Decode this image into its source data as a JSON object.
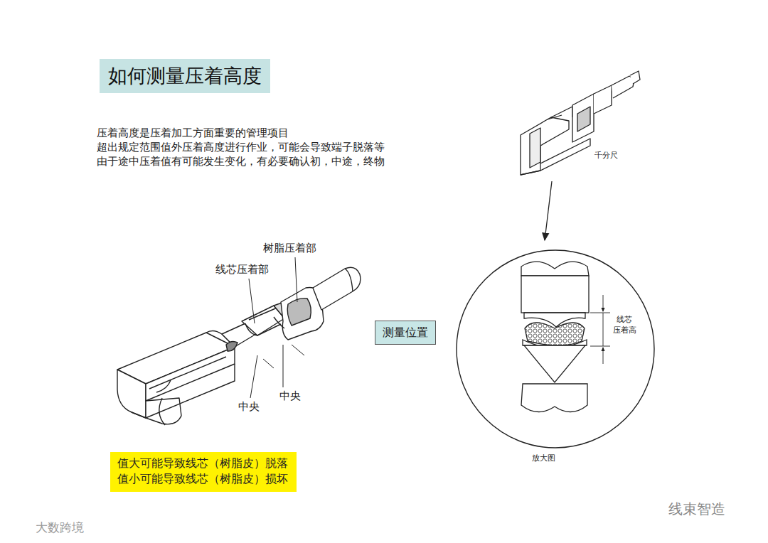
{
  "diagram": {
    "title": "如何测量压着高度",
    "nodes": [
      {
        "text": [
          "测量位置"
        ]
      },
      {
        "text": [
          "值大可能导致线芯（树脂皮）脱落",
          "值小可能导致线芯（树脂皮）损坏"
        ]
      },
      {
        "text": [
          "线芯 压着高",
          "放大图"
        ]
      }
    ],
    "labels": [
      "压着高度是压着加工方面重要的管理项目",
      "超出规定范围值外压着高度进行作业，可能会导致端子脱落等",
      "由于途中压着值有可能发生变化，有必要确认初，中途，终物",
      "树脂压着部",
      "线芯压着部",
      "中央",
      "中央",
      "千分尺",
      "大数跨境",
      "线束智造"
    ]
  }
}
